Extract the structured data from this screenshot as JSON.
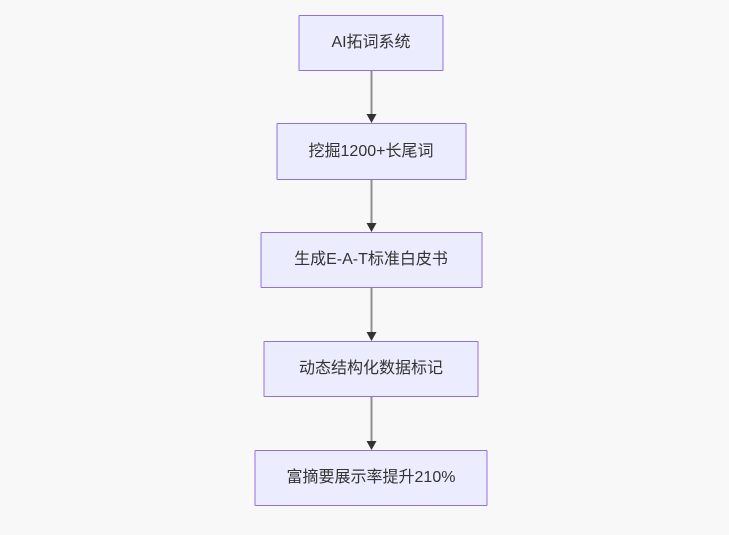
{
  "page": {
    "background_color": "#f8f8f8"
  },
  "flowchart": {
    "type": "vertical-flowchart",
    "style": {
      "node_fill": "#ECECFF",
      "node_border": "#9370DB",
      "node_text_color": "#333333",
      "arrow_line_color": "#8f8f8f",
      "arrow_head_color": "#333333"
    },
    "nodes": [
      {
        "label": "AI拓词系统"
      },
      {
        "label": "挖掘1200+长尾词"
      },
      {
        "label": "生成E-A-T标准白皮书"
      },
      {
        "label": "动态结构化数据标记"
      },
      {
        "label": "富摘要展示率提升210%"
      }
    ],
    "edges": [
      {
        "from": "AI拓词系统",
        "to": "挖掘1200+长尾词"
      },
      {
        "from": "挖掘1200+长尾词",
        "to": "生成E-A-T标准白皮书"
      },
      {
        "from": "生成E-A-T标准白皮书",
        "to": "动态结构化数据标记"
      },
      {
        "from": "动态结构化数据标记",
        "to": "富摘要展示率提升210%"
      }
    ]
  }
}
